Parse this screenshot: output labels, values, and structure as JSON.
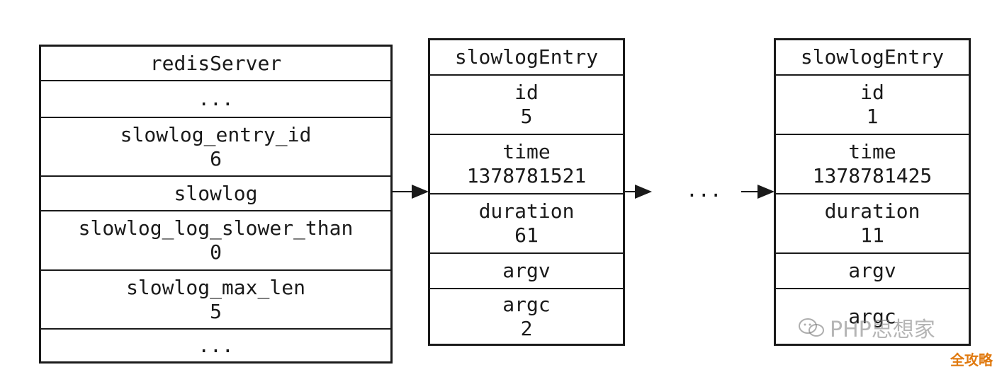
{
  "server": {
    "title": "redisServer",
    "ellipsis_top": "...",
    "entry_id_label": "slowlog_entry_id",
    "entry_id_value": "6",
    "slowlog_label": "slowlog",
    "slower_than_label": "slowlog_log_slower_than",
    "slower_than_value": "0",
    "max_len_label": "slowlog_max_len",
    "max_len_value": "5",
    "ellipsis_bottom": "..."
  },
  "entries": [
    {
      "title": "slowlogEntry",
      "id_label": "id",
      "id_value": "5",
      "time_label": "time",
      "time_value": "1378781521",
      "duration_label": "duration",
      "duration_value": "61",
      "argv_label": "argv",
      "argc_label": "argc",
      "argc_value": "2"
    },
    {
      "title": "slowlogEntry",
      "id_label": "id",
      "id_value": "1",
      "time_label": "time",
      "time_value": "1378781425",
      "duration_label": "duration",
      "duration_value": "11",
      "argv_label": "argv",
      "argc_label": "argc"
    }
  ],
  "between_dots": "...",
  "watermark": {
    "text": "PHP思想家",
    "icon": "wechat-icon"
  },
  "corner_mark": "全攻略"
}
